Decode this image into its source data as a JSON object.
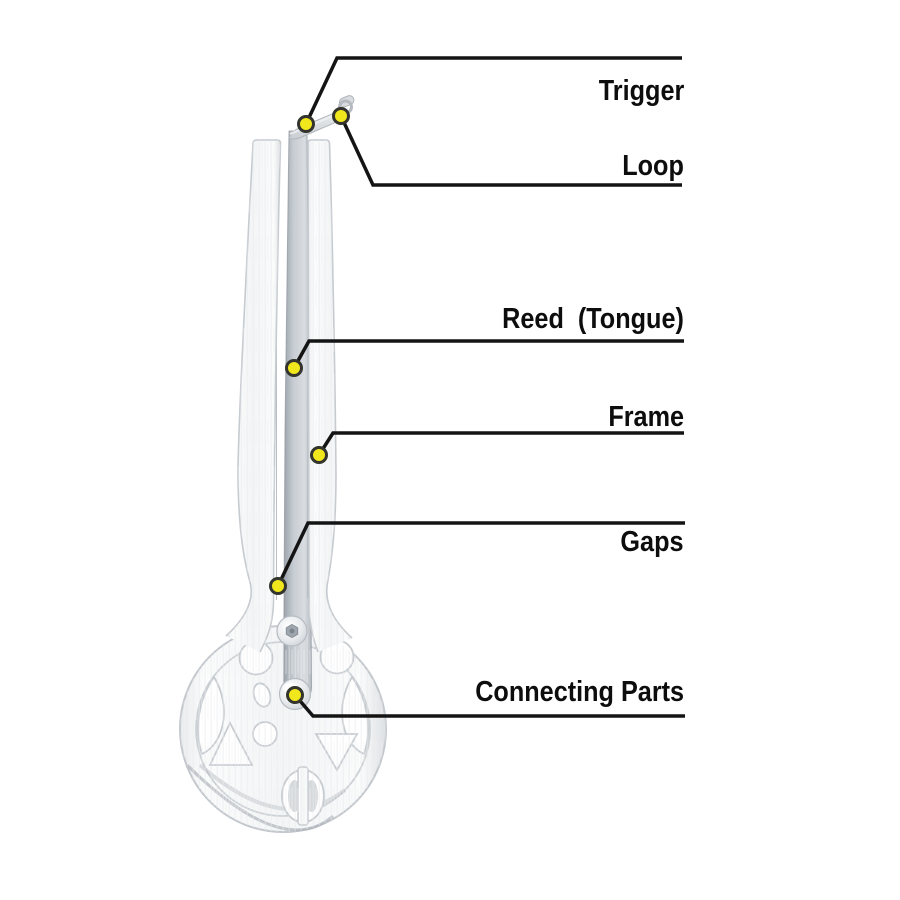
{
  "diagram": {
    "background_color": "#ffffff",
    "callout": {
      "line_color": "#141414"
    },
    "marker": {
      "fill": "#f0e71c",
      "ring_color": "#34342e"
    },
    "labels": [
      {
        "id": "trigger",
        "text": "Trigger"
      },
      {
        "id": "loop",
        "text": "Loop"
      },
      {
        "id": "reed_tongue",
        "text": "Reed  (Tongue)"
      },
      {
        "id": "frame",
        "text": "Frame"
      },
      {
        "id": "gaps",
        "text": "Gaps"
      },
      {
        "id": "connecting_parts",
        "text": "Connecting Parts"
      }
    ]
  }
}
